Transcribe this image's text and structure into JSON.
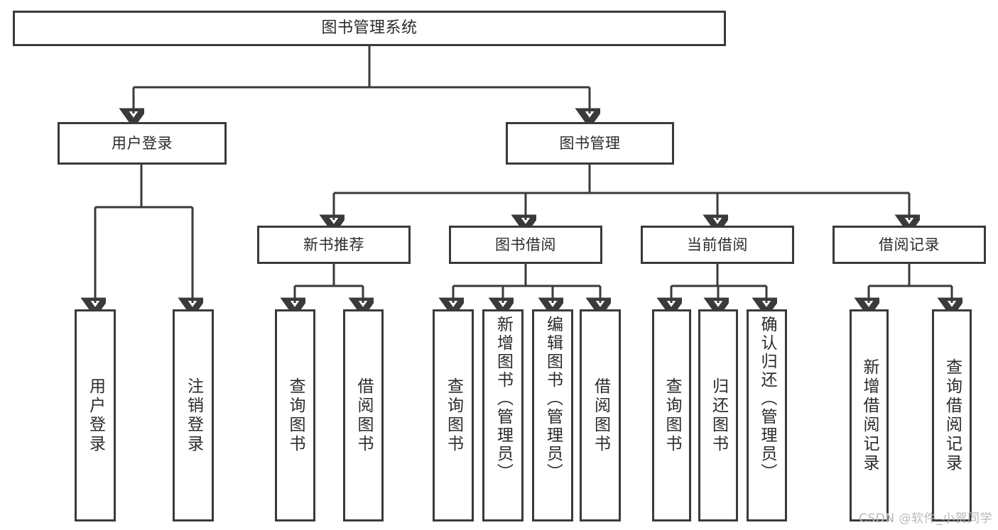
{
  "diagram": {
    "title": "图书管理系统",
    "type": "hierarchy-tree",
    "root": {
      "label": "图书管理系统"
    },
    "level1": [
      {
        "label": "用户登录"
      },
      {
        "label": "图书管理"
      }
    ],
    "level2": [
      {
        "label": "新书推荐"
      },
      {
        "label": "图书借阅"
      },
      {
        "label": "当前借阅"
      },
      {
        "label": "借阅记录"
      }
    ],
    "leaves": {
      "user_login": [
        {
          "label": "用户登录"
        },
        {
          "label": "注销登录"
        }
      ],
      "new_book_recommend": [
        {
          "label": "查询图书"
        },
        {
          "label": "借阅图书"
        }
      ],
      "book_borrow": [
        {
          "label": "查询图书"
        },
        {
          "label": "新增图书（管理员）"
        },
        {
          "label": "编辑图书（管理员）"
        },
        {
          "label": "借阅图书"
        }
      ],
      "current_borrow": [
        {
          "label": "查询图书"
        },
        {
          "label": "归还图书"
        },
        {
          "label": "确认归还（管理员）"
        }
      ],
      "borrow_record": [
        {
          "label": "新增借阅记录"
        },
        {
          "label": "查询借阅记录"
        }
      ]
    }
  },
  "watermark": {
    "text": "CSDN @软件_小贺同学"
  },
  "colors": {
    "stroke": "#3a3a3a",
    "text": "#2b2b2b",
    "background": "#ffffff",
    "watermark": "#b9b9b9"
  }
}
